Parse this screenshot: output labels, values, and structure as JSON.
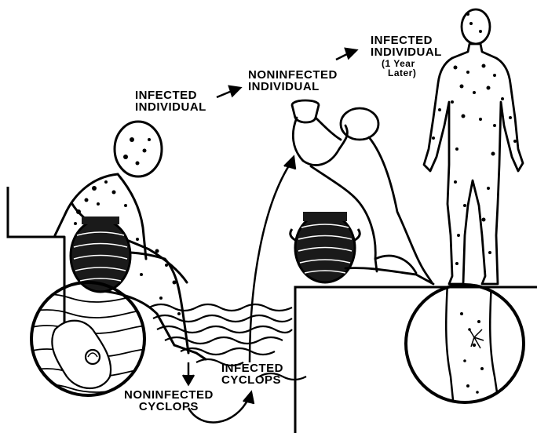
{
  "labels": {
    "infected_individual": [
      "INFECTED",
      "INDIVIDUAL"
    ],
    "noninfected_individual": [
      "NONINFECTED",
      "INDIVIDUAL"
    ],
    "infected_individual_later": [
      "INFECTED",
      "INDIVIDUAL",
      "(1 Year",
      "Later)"
    ],
    "infected_cyclops": [
      "INFECTED",
      "CYCLOPS"
    ],
    "noninfected_cyclops": [
      "NONINFECTED",
      "CYCLOPS"
    ]
  },
  "colors": {
    "ink": "#000000",
    "paper": "#ffffff"
  }
}
